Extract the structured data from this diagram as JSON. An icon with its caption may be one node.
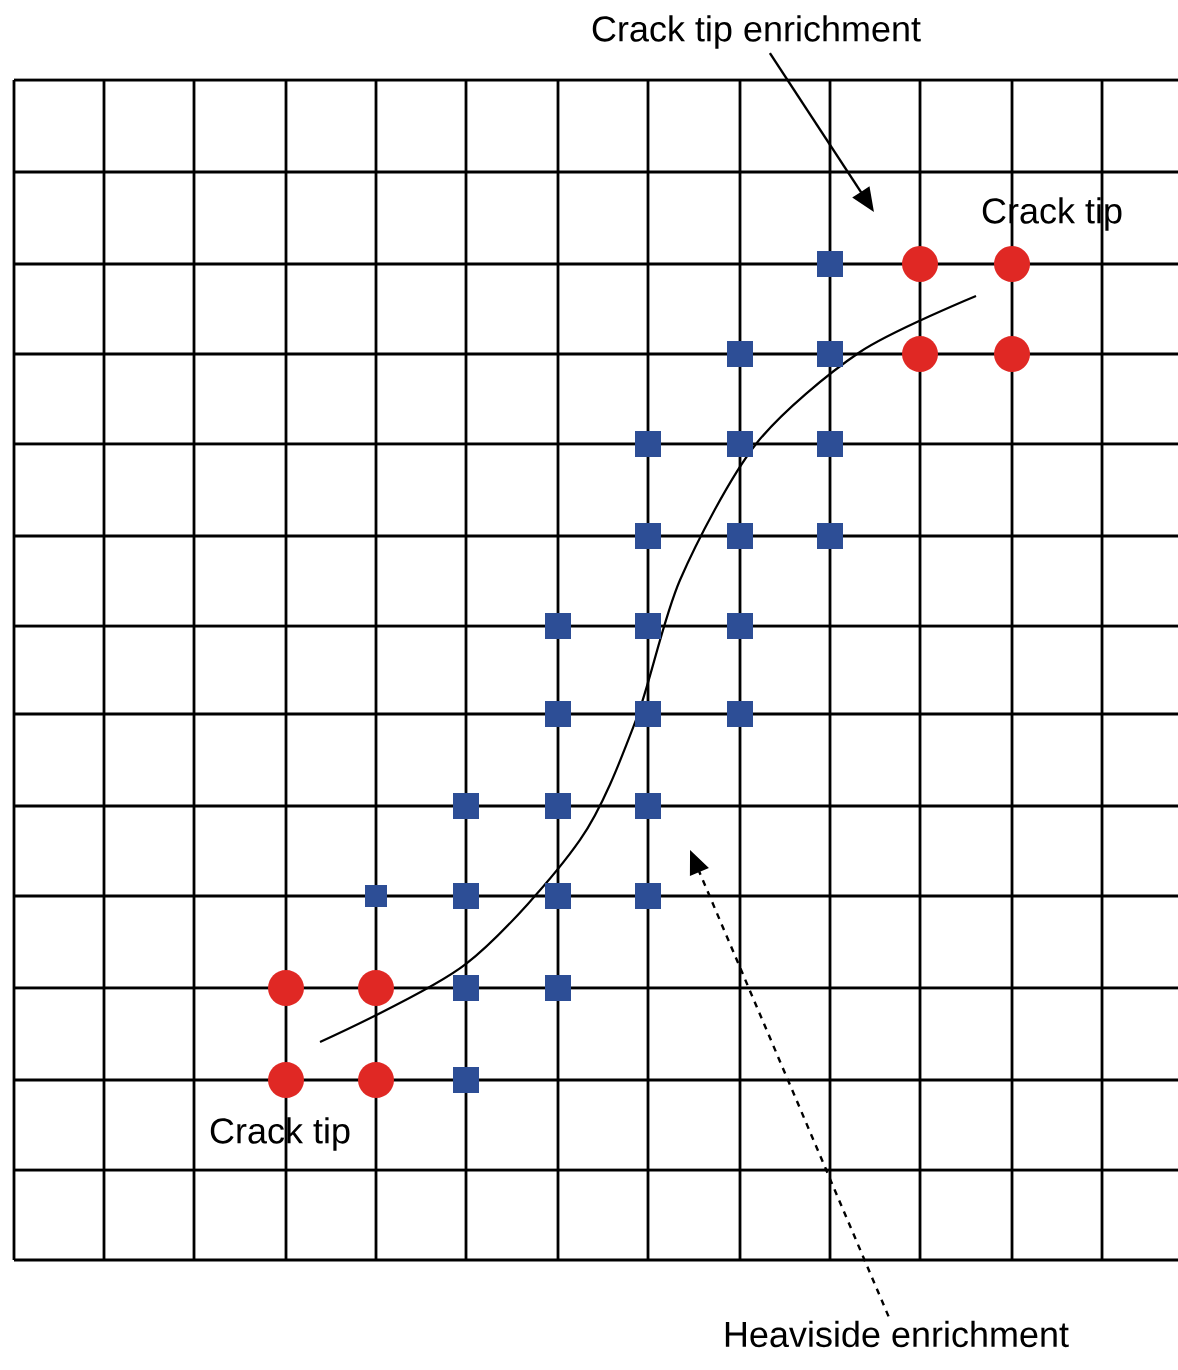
{
  "diagram": {
    "nodes": [
      {
        "text": [
          "Crack tip enrichment"
        ]
      },
      {
        "text": [
          "Heaviside enrichment"
        ]
      }
    ],
    "edges": [
      {
        "from": 0,
        "to": null,
        "arrow": "to"
      },
      {
        "from": 1,
        "to": null,
        "arrow": "to",
        "style": "dashed"
      }
    ],
    "labels": [
      "Crack tip",
      "Crack tip"
    ]
  }
}
